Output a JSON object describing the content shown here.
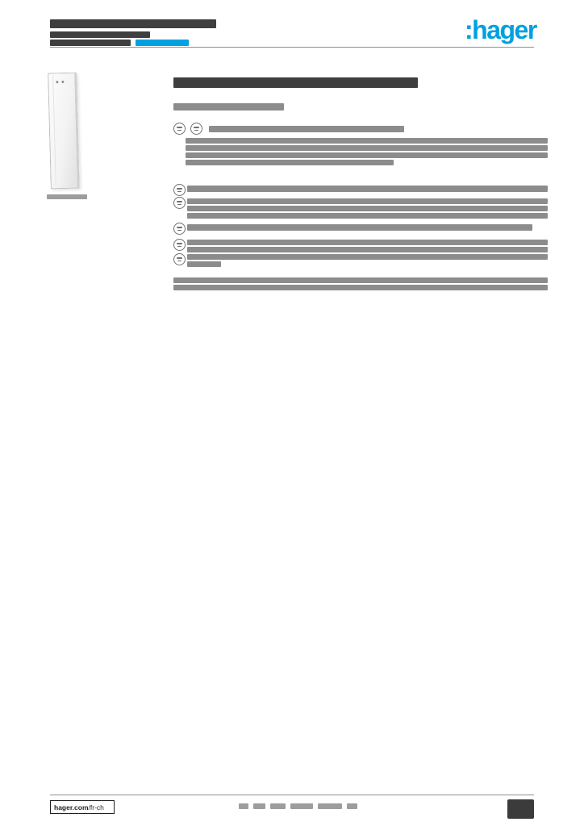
{
  "colors": {
    "brand_blue": "#00a0e1",
    "heading_text": "#3f3f3f",
    "body_text": "#8c8c8c"
  },
  "header": {
    "logo_text": ":hager"
  },
  "footer": {
    "website_bold": "hager.com",
    "website_path": "/fr-ch"
  }
}
